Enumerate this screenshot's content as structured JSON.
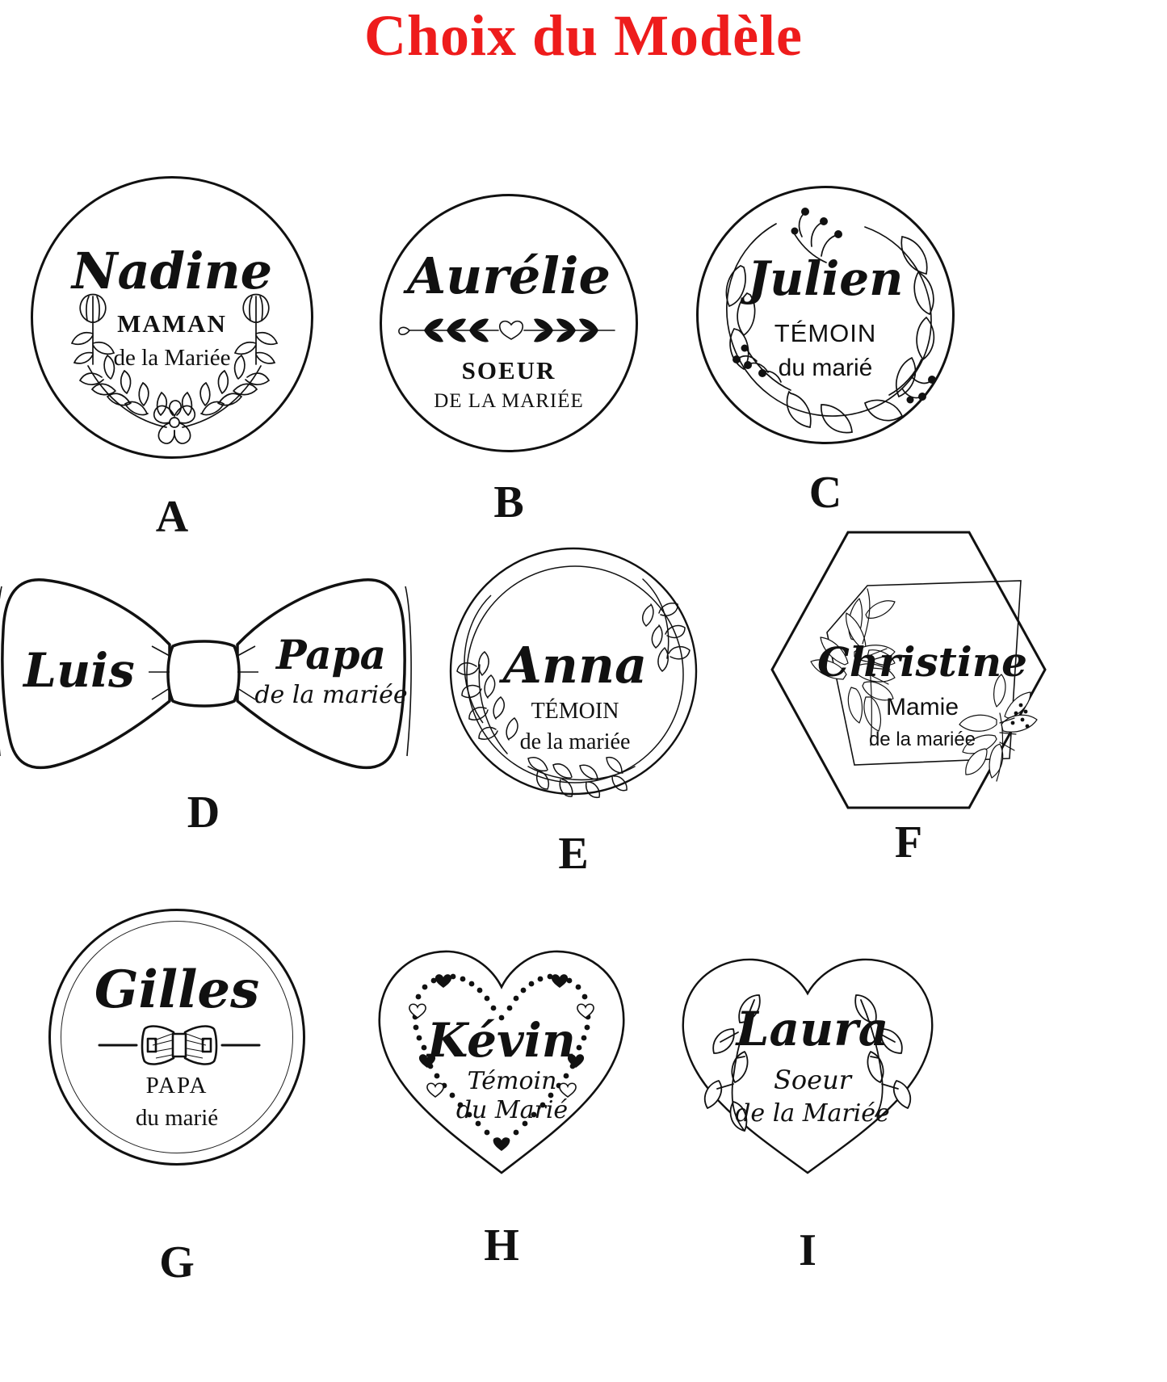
{
  "page": {
    "title": "Choix du Modèle",
    "title_color": "#ee1c1c",
    "ink_color": "#111111",
    "background": "#ffffff"
  },
  "models": [
    {
      "letter": "A",
      "shape": "circle",
      "name": "Nadine",
      "role": "MAMAN",
      "relation": "de la Mariée",
      "ornaments": [
        "floral-wreath-bottom",
        "tulip-left",
        "tulip-right"
      ]
    },
    {
      "letter": "B",
      "shape": "circle",
      "name": "Aurélie",
      "role": "SOEUR",
      "relation": "DE LA MARIÉE",
      "ornaments": [
        "leafy-divider-with-heart"
      ]
    },
    {
      "letter": "C",
      "shape": "circle",
      "name": "Julien",
      "role": "TÉMOIN",
      "relation": "du marié",
      "ornaments": [
        "botanical-wreath-ring"
      ]
    },
    {
      "letter": "D",
      "shape": "bow-tie",
      "name": "Luis",
      "role": "Papa",
      "relation": "de la mariée",
      "ornaments": [
        "bow-tie-knot"
      ]
    },
    {
      "letter": "E",
      "shape": "circle",
      "name": "Anna",
      "role": "TÉMOIN",
      "relation": "de la mariée",
      "ornaments": [
        "laurel-ring-frame"
      ]
    },
    {
      "letter": "F",
      "shape": "hexagon",
      "name": "Christine",
      "role": "Mamie",
      "relation": "de la mariée",
      "ornaments": [
        "geometric-inner-frame",
        "flower-cluster-left",
        "flower-cluster-right"
      ]
    },
    {
      "letter": "G",
      "shape": "double-circle",
      "name": "Gilles",
      "role": "PAPA",
      "relation": "du marié",
      "ornaments": [
        "bow-tie-divider"
      ]
    },
    {
      "letter": "H",
      "shape": "heart",
      "name": "Kévin",
      "role": "Témoin",
      "relation": "du Marié",
      "ornaments": [
        "dotted-heart-border",
        "small-hearts"
      ]
    },
    {
      "letter": "I",
      "shape": "heart",
      "name": "Laura",
      "role": "Soeur",
      "relation": "de la Mariée",
      "ornaments": [
        "leaf-sprig-left",
        "leaf-sprig-right"
      ]
    }
  ]
}
